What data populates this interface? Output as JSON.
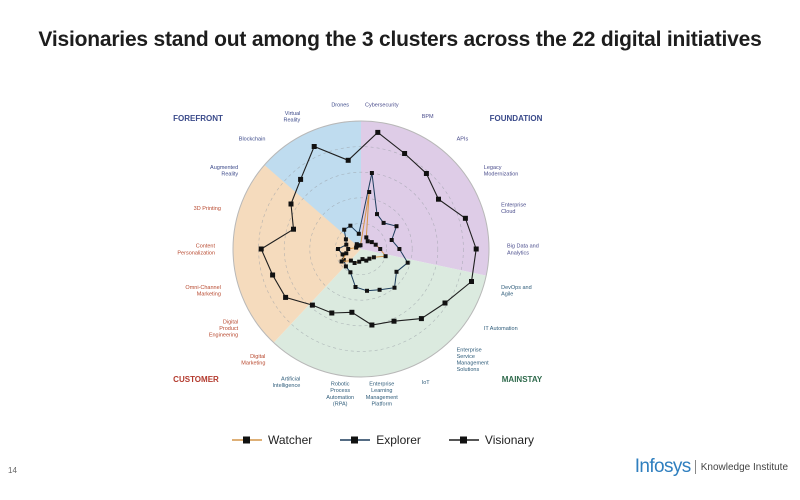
{
  "slide": {
    "title": "Visionaries stand out among the 3 clusters across the 22 digital initiatives",
    "page_number": "14",
    "brand": "Infosys",
    "brand_unit": "Knowledge Institute"
  },
  "chart_data": {
    "type": "radar",
    "axes": [
      "Cybersecurity",
      "BPM",
      "APIs",
      "Legacy Modernization",
      "Enterprise Cloud",
      "Big Data and Analytics",
      "DevOps and Agile",
      "IT Automation",
      "Enterprise Service Management Solutions",
      "IoT",
      "Enterprise Learning Management Platform",
      "Robotic Process Automation (RPA)",
      "Artificial Intelligence",
      "Digital Marketing",
      "Digital Product Engineering",
      "Omni-Channel Marketing",
      "Content Personalization",
      "3D Printing",
      "Augmented Reality",
      "Blockchain",
      "Virtual Reality",
      "Drones"
    ],
    "sectors": [
      {
        "name": "FOUNDATION",
        "color": "#dcc9e6",
        "label_color": "#3a4a8a"
      },
      {
        "name": "MAINSTAY",
        "color": "#d9e9dd",
        "label_color": "#2f6a4c"
      },
      {
        "name": "CUSTOMER",
        "color": "#f4d9b9",
        "label_color": "#b33a2e"
      },
      {
        "name": "FOREFRONT",
        "color": "#bcdcf1",
        "label_color": "#3a4a8a"
      }
    ],
    "series": [
      {
        "name": "Visionary",
        "color": "#1f1f1f",
        "values": [
          0.92,
          0.82,
          0.78,
          0.72,
          0.85,
          0.9,
          0.9,
          0.78,
          0.72,
          0.62,
          0.6,
          0.5,
          0.55,
          0.58,
          0.7,
          0.72,
          0.78,
          0.55,
          0.65,
          0.72,
          0.88,
          0.7
        ]
      },
      {
        "name": "Explorer",
        "color": "#1d3c5c",
        "values": [
          0.6,
          0.3,
          0.27,
          0.33,
          0.25,
          0.3,
          0.38,
          0.33,
          0.4,
          0.35,
          0.33,
          0.3,
          0.2,
          0.18,
          0.16,
          0.15,
          0.18,
          0.12,
          0.14,
          0.2,
          0.2,
          0.12
        ]
      },
      {
        "name": "Watcher",
        "color": "#d4964a",
        "values": [
          0.45,
          0.1,
          0.08,
          0.1,
          0.12,
          0.15,
          0.2,
          0.12,
          0.1,
          0.1,
          0.08,
          0.1,
          0.12,
          0.12,
          0.18,
          0.12,
          0.1,
          0.04,
          0.04,
          0.05,
          0.03,
          0.03
        ]
      }
    ],
    "legend": {
      "placement": "bottom",
      "order": [
        "Watcher",
        "Explorer",
        "Visionary"
      ]
    },
    "range": [
      0,
      1
    ]
  }
}
